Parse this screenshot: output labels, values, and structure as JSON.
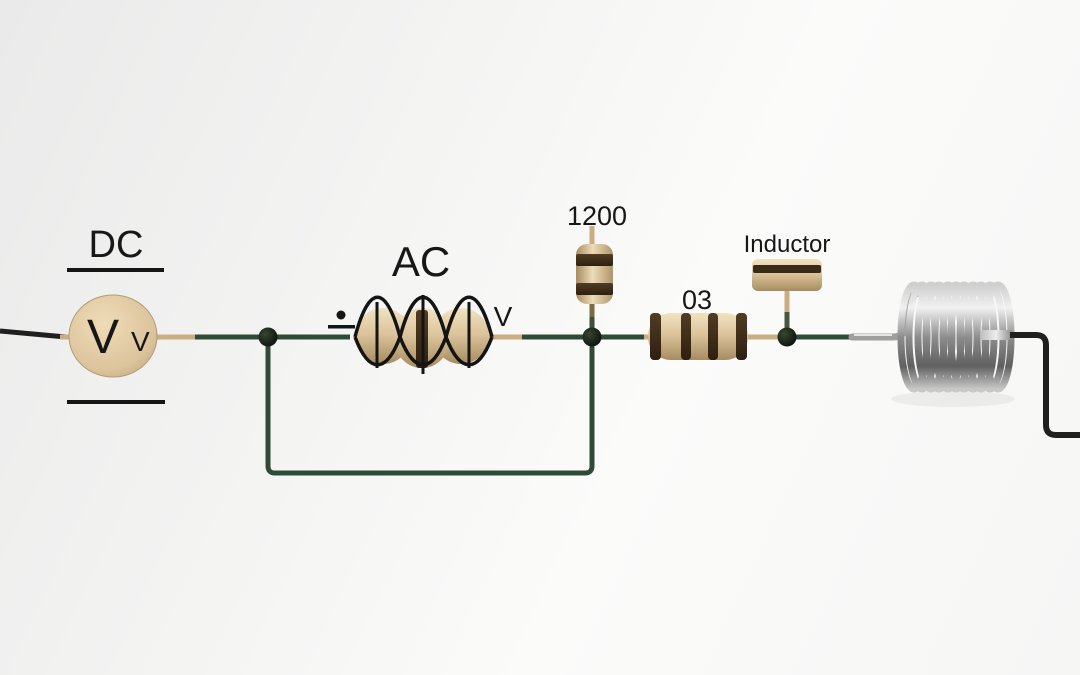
{
  "labels": {
    "dc": "DC",
    "voltmeter_symbol": "V",
    "voltmeter_symbol_small": "V",
    "ac": "AC",
    "ac_terminal_v": "V",
    "shunt_component_value": "1200",
    "series_resistor_value": "03",
    "inductor": "Inductor"
  },
  "colors": {
    "wire_green": "#2f4b37",
    "wire_black": "#1f1f1f",
    "lead_tan": "#c9ae83",
    "component_body_tan": "#dcc49c",
    "component_band_brown": "#41301c",
    "junction_node": "#141b14",
    "coil_metal": "#9a9a9a",
    "text": "#171717",
    "background": "#f4f4f3"
  },
  "components": [
    {
      "id": "dc-voltmeter",
      "label": "DC",
      "symbol": "VV"
    },
    {
      "id": "ac-source",
      "label": "AC",
      "annotation": "V"
    },
    {
      "id": "shunt-bead-component",
      "value": "1200"
    },
    {
      "id": "series-bead-resistor",
      "value": "03"
    },
    {
      "id": "inductor-tap",
      "label": "Inductor"
    },
    {
      "id": "metal-coil",
      "label": ""
    }
  ]
}
